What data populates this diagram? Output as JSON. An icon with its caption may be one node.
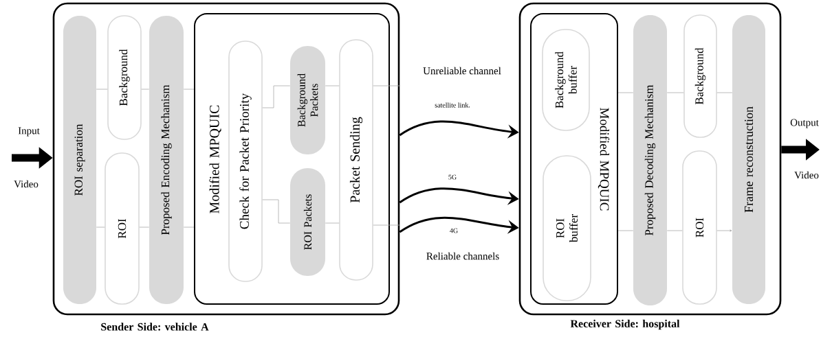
{
  "diagram": {
    "nodes": [
      {
        "text": [
          "Sender Side: vehicle A"
        ]
      },
      {
        "text": [
          "ROI separation"
        ],
        "in": 0
      },
      {
        "text": [
          "Background"
        ],
        "in": 0
      },
      {
        "text": [
          "ROI"
        ],
        "in": 0
      },
      {
        "text": [
          "Proposed Encoding Mechanism"
        ],
        "in": 0
      },
      {
        "text": [
          "Modified MPQUIC"
        ],
        "in": 0
      },
      {
        "text": [
          "Check for Packet Priority"
        ],
        "in": 5
      },
      {
        "text": [
          "Background Packets"
        ],
        "in": 5
      },
      {
        "text": [
          "ROI Packets"
        ],
        "in": 5
      },
      {
        "text": [
          "Packet Sending"
        ],
        "in": 5
      },
      {
        "text": [
          "Receiver Side: hospital"
        ]
      },
      {
        "text": [
          "Modified MPQUIC"
        ],
        "in": 10
      },
      {
        "text": [
          "Background buffer"
        ],
        "in": 11
      },
      {
        "text": [
          "ROI buffer"
        ],
        "in": 11
      },
      {
        "text": [
          "Proposed Decoding Mechanism"
        ],
        "in": 10
      },
      {
        "text": [
          "Background"
        ],
        "in": 10
      },
      {
        "text": [
          "ROI"
        ],
        "in": 10
      },
      {
        "text": [
          "Frame reconstruction"
        ],
        "in": 10
      }
    ],
    "edges": [
      {
        "from": null,
        "to": 0,
        "arrow": "to",
        "style": "thick",
        "color": "#000000"
      },
      {
        "from": 1,
        "to": 2,
        "arrow": "none"
      },
      {
        "from": 1,
        "to": 3,
        "arrow": "none"
      },
      {
        "from": 2,
        "to": 4,
        "arrow": "none"
      },
      {
        "from": 3,
        "to": 4,
        "arrow": "none"
      },
      {
        "from": 4,
        "to": 5,
        "arrow": "none"
      },
      {
        "from": 4,
        "to": 5,
        "arrow": "none"
      },
      {
        "from": 6,
        "to": 7,
        "arrow": "none"
      },
      {
        "from": 6,
        "to": 8,
        "arrow": "none"
      },
      {
        "from": 7,
        "to": 9,
        "arrow": "none"
      },
      {
        "from": 8,
        "to": 9,
        "arrow": "none"
      },
      {
        "from": 9,
        "to": 0,
        "arrow": "none"
      },
      {
        "from": 9,
        "to": 0,
        "arrow": "none"
      },
      {
        "from": 0,
        "to": 10,
        "arrow": "to",
        "label": "satellite link.",
        "style": "thick",
        "color": "#000000"
      },
      {
        "from": 0,
        "to": 10,
        "arrow": "to",
        "label": "5G",
        "style": "thick",
        "color": "#000000"
      },
      {
        "from": 0,
        "to": 10,
        "arrow": "to",
        "label": "4G",
        "style": "thick",
        "color": "#000000"
      },
      {
        "from": 11,
        "to": 14,
        "arrow": "none"
      },
      {
        "from": 11,
        "to": 14,
        "arrow": "none"
      },
      {
        "from": 14,
        "to": 15,
        "arrow": "none"
      },
      {
        "from": 14,
        "to": 16,
        "arrow": "none"
      },
      {
        "from": 15,
        "to": 17,
        "arrow": "none"
      },
      {
        "from": 16,
        "to": 17,
        "arrow": "to"
      },
      {
        "from": 10,
        "to": null,
        "arrow": "to",
        "style": "thick",
        "color": "#000000"
      }
    ],
    "labels": [
      "Input",
      "Video",
      "Unreliable channel",
      "Reliable channels",
      "Output",
      "Video"
    ]
  }
}
